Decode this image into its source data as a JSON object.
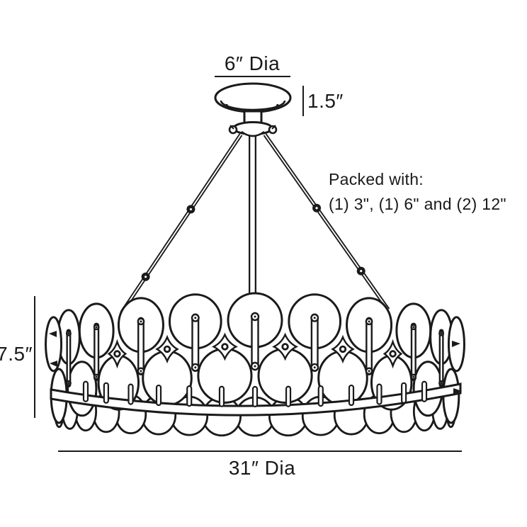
{
  "colors": {
    "background": "#ffffff",
    "ink": "#1a1a1a"
  },
  "labels": {
    "canopy_diameter": "6″ Dia",
    "canopy_height": "1.5″",
    "body_height": "7.5″",
    "body_diameter": "31″ Dia"
  },
  "packing_note": {
    "line1": "Packed with:",
    "line2": "(1) 3\", (1) 6\" and (2) 12\""
  }
}
